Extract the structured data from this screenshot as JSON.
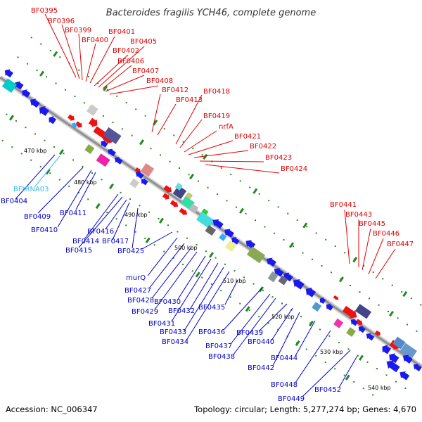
{
  "title": "Bacteroides fragilis YCH46, complete genome",
  "footer": {
    "accession": "Accession: NC_006347",
    "summary": "Topology: circular; Length: 5,277,274 bp; Genes: 4,670"
  },
  "colors": {
    "forward_labels": "#e00000",
    "reverse_labels": "#0000cc",
    "rna_label": "#33bbee",
    "backbone": "#999999",
    "ticks": "#228822"
  },
  "ticks": [
    "470 kbp",
    "480 kbp",
    "490 kbp",
    "500 kbp",
    "510 kbp",
    "520 kbp",
    "530 kbp",
    "540 kbp"
  ],
  "forward_labels": [
    "BF0395",
    "BF0396",
    "BF0399",
    "BF0400",
    "BF0401",
    "BF0402",
    "BF0405",
    "BF0406",
    "BF0407",
    "BF0408",
    "BF0412",
    "BF0413",
    "BF0418",
    "BF0419",
    "nrfA",
    "BF0421",
    "BF0422",
    "BF0423",
    "BF0424",
    "BF0441",
    "BF0443",
    "BF0445",
    "BF0446",
    "BF0447"
  ],
  "reverse_labels": [
    "BFtRNA03",
    "BF0404",
    "BF0409",
    "BF0410",
    "BF0411",
    "BF0414",
    "BF0415",
    "BF0416",
    "BF0417",
    "BF0425",
    "murQ",
    "BF0427",
    "BF0428",
    "BF0429",
    "BF0430",
    "BF0431",
    "BF0432",
    "BF0433",
    "BF0434",
    "BF0435",
    "BF0436",
    "BF0437",
    "BF0438",
    "BF0439",
    "BF0440",
    "BF0442",
    "BF0444",
    "BF0448",
    "BF0449",
    "BF0452"
  ]
}
